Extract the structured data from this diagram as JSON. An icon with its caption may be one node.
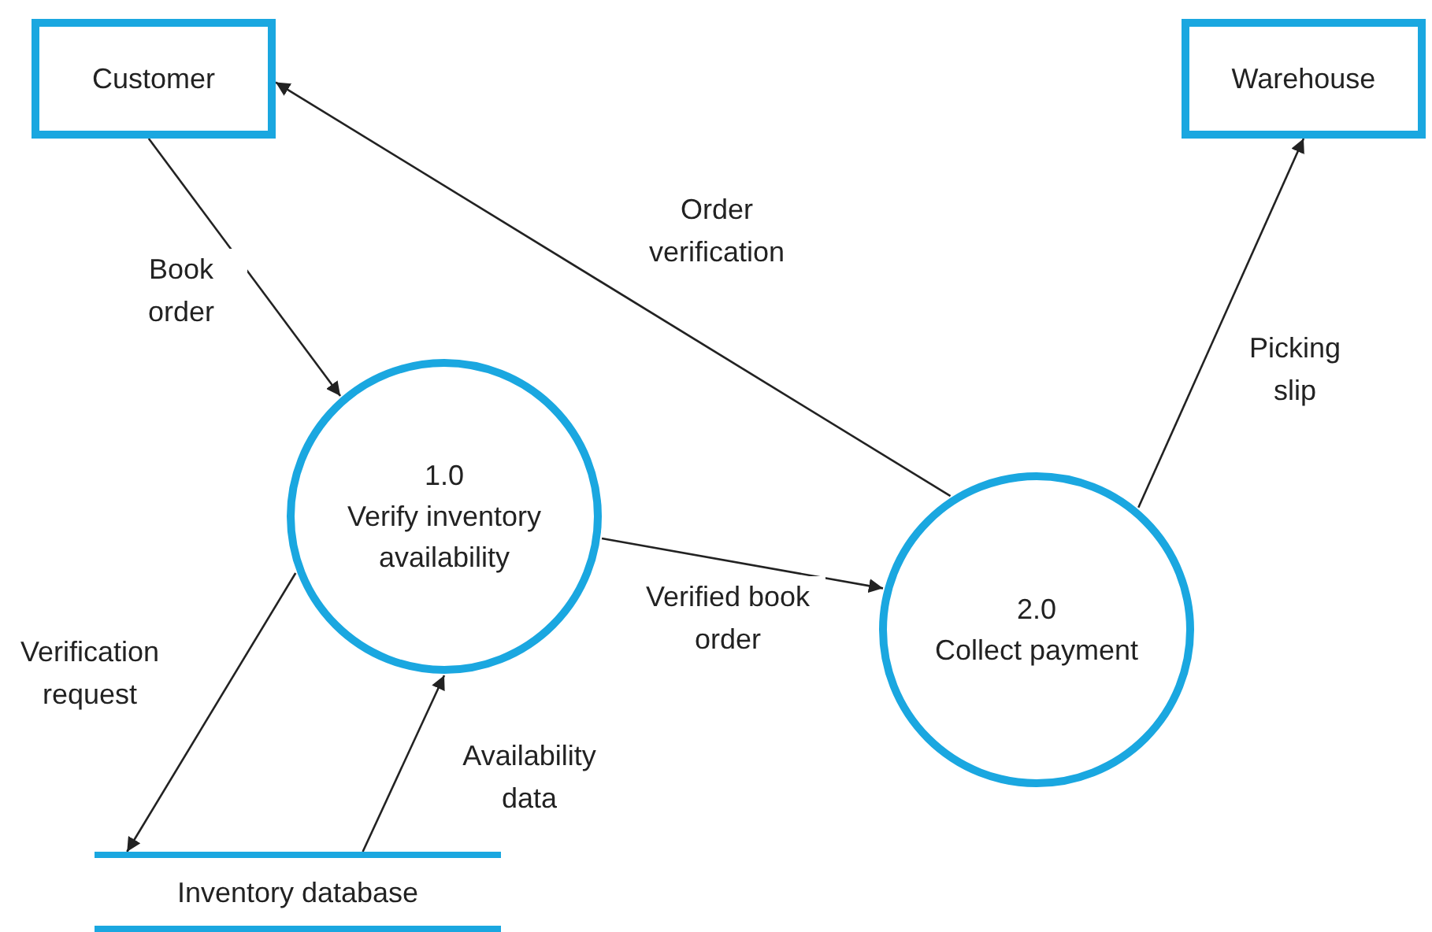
{
  "diagram": {
    "nodes": [
      {
        "text": [
          "Customer"
        ]
      },
      {
        "text": [
          "Warehouse"
        ]
      },
      {
        "text": [
          "1.0",
          "Verify inventory availability"
        ]
      },
      {
        "text": [
          "2.0",
          "Collect payment"
        ]
      },
      {
        "text": [
          "Inventory database"
        ]
      }
    ],
    "edges": [
      {
        "from": 0,
        "to": 2,
        "arrow": "to",
        "label": "Book order"
      },
      {
        "from": 2,
        "to": 3,
        "arrow": "to",
        "label": "Verified book order"
      },
      {
        "from": 3,
        "to": 0,
        "arrow": "to",
        "label": "Order verification"
      },
      {
        "from": 3,
        "to": 1,
        "arrow": "to",
        "label": "Picking slip"
      },
      {
        "from": 2,
        "to": 4,
        "arrow": "to",
        "label": "Verification request"
      },
      {
        "from": 4,
        "to": 2,
        "arrow": "to",
        "label": "Availability data"
      }
    ]
  }
}
